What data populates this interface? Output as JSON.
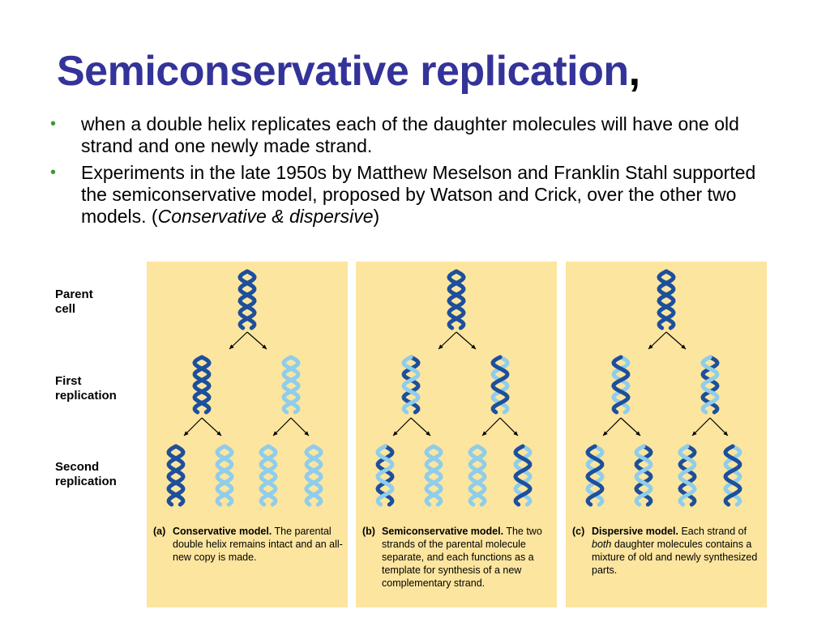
{
  "slide": {
    "title": "Semiconservative replication",
    "title_suffix": ",",
    "bullets": [
      {
        "text": "when a double helix replicates each of the daughter molecules will have one old strand and one newly made strand."
      },
      {
        "text_before": "Experiments in the late 1950s by Matthew Meselson and Franklin Stahl supported the semiconservative model, proposed by Watson and Crick, over the other two models. (",
        "text_italic": "Conservative & dispersive",
        "text_after": ")"
      }
    ],
    "bullet_glyph": "•",
    "bullet_color": "#33a02c",
    "title_color": "#333399"
  },
  "figure": {
    "row_labels": [
      "Parent\ncell",
      "First\nreplication",
      "Second\nreplication"
    ],
    "colors": {
      "old_strand": "#1d4f9c",
      "new_strand": "#8fcdea",
      "panel_bg": "#fce59f"
    },
    "panels": [
      {
        "letter": "(a)",
        "model_title": "Conservative model.",
        "description": " The parental double helix remains intact and an all-new copy is made.",
        "model": "conservative"
      },
      {
        "letter": "(b)",
        "model_title": "Semiconservative model.",
        "description": " The two strands of the parental molecule separate, and each functions as a template for synthesis of a new complementary strand.",
        "model": "semiconservative"
      },
      {
        "letter": "(c)",
        "model_title": "Dispersive model.",
        "description_before": " Each strand of ",
        "description_italic": "both",
        "description_after": " daughter molecules contains a mixture of old and newly synthesized parts.",
        "model": "dispersive"
      }
    ]
  }
}
